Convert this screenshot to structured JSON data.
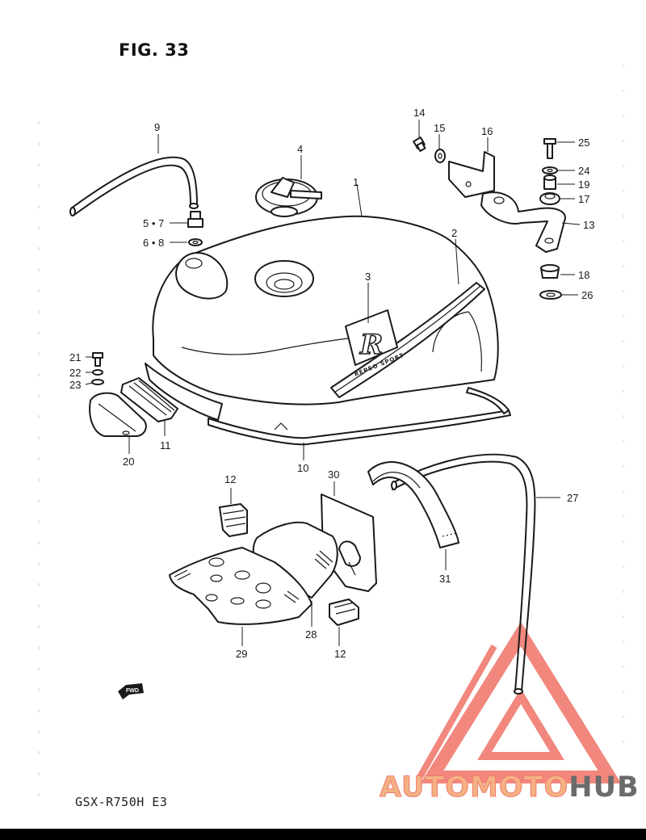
{
  "figure": {
    "title": "FIG. 33",
    "model": "GSX-R750H E3"
  },
  "callouts": [
    {
      "id": "c1",
      "text": "1"
    },
    {
      "id": "c2",
      "text": "2"
    },
    {
      "id": "c3",
      "text": "3"
    },
    {
      "id": "c4",
      "text": "4"
    },
    {
      "id": "c57",
      "text": "5 • 7"
    },
    {
      "id": "c68",
      "text": "6 • 8"
    },
    {
      "id": "c9",
      "text": "9"
    },
    {
      "id": "c10",
      "text": "10"
    },
    {
      "id": "c11",
      "text": "11"
    },
    {
      "id": "c12a",
      "text": "12"
    },
    {
      "id": "c12b",
      "text": "12"
    },
    {
      "id": "c13",
      "text": "13"
    },
    {
      "id": "c14",
      "text": "14"
    },
    {
      "id": "c15",
      "text": "15"
    },
    {
      "id": "c16",
      "text": "16"
    },
    {
      "id": "c17",
      "text": "17"
    },
    {
      "id": "c18",
      "text": "18"
    },
    {
      "id": "c19",
      "text": "19"
    },
    {
      "id": "c20",
      "text": "20"
    },
    {
      "id": "c21",
      "text": "21"
    },
    {
      "id": "c22",
      "text": "22"
    },
    {
      "id": "c23",
      "text": "23"
    },
    {
      "id": "c24",
      "text": "24"
    },
    {
      "id": "c25",
      "text": "25"
    },
    {
      "id": "c26",
      "text": "26"
    },
    {
      "id": "c27",
      "text": "27"
    },
    {
      "id": "c28",
      "text": "28"
    },
    {
      "id": "c29",
      "text": "29"
    },
    {
      "id": "c30",
      "text": "30"
    },
    {
      "id": "c31",
      "text": "31"
    }
  ],
  "decal": {
    "letter": "R",
    "text": "REPSO SPORT"
  },
  "fwd_label": "FWD",
  "watermark": {
    "part1": "AUTOMOTO",
    "part2": "HUB",
    "color_primary": "#f07b6f",
    "color_secondary": "#f4b183",
    "color_dark": "#6b6b6b"
  }
}
